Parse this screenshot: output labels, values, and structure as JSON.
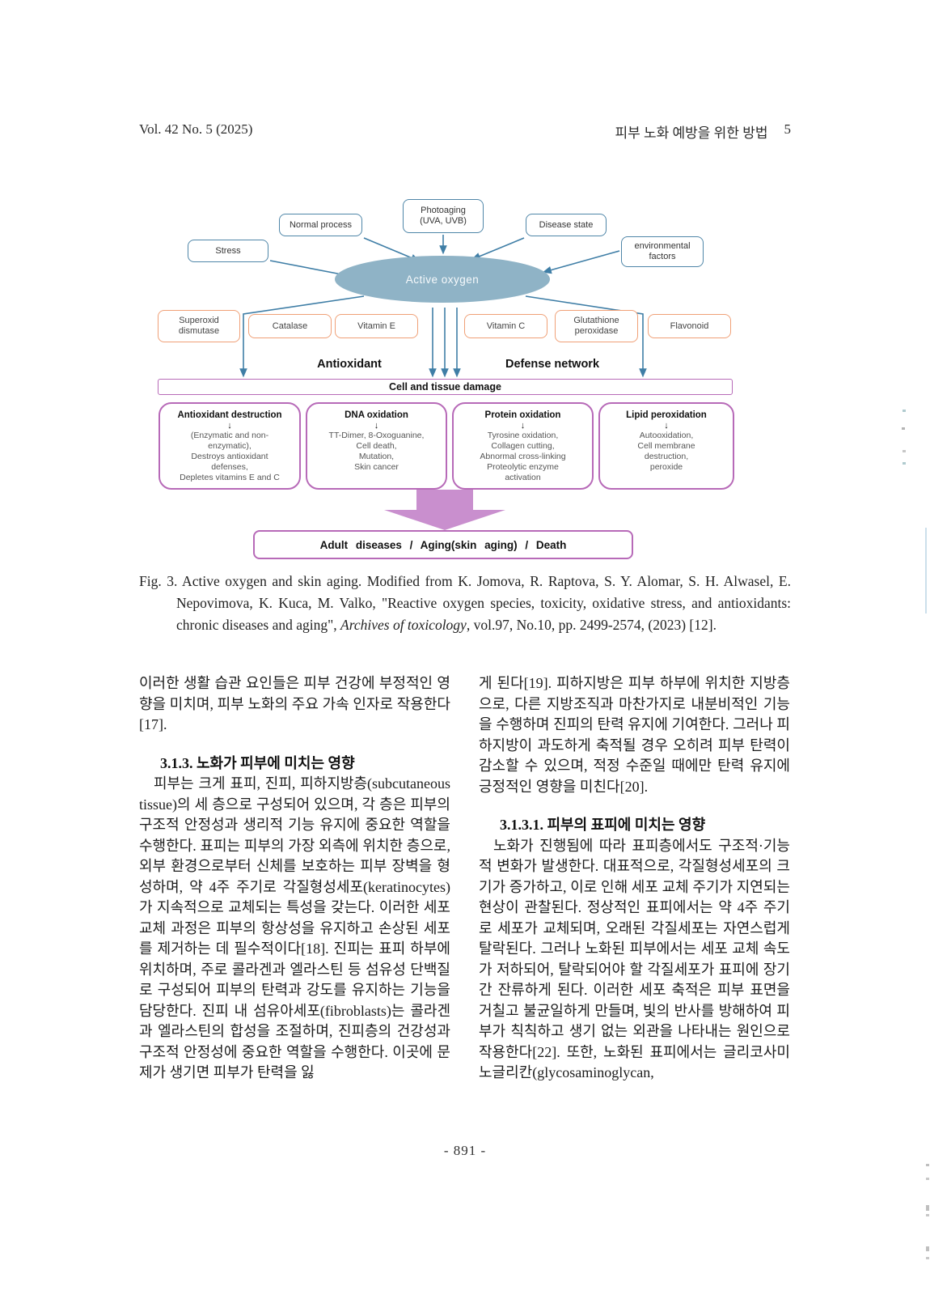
{
  "header": {
    "issue": "Vol. 42 No. 5 (2025)",
    "running_title": "피부 노화 예방을 위한 방법",
    "page": "5"
  },
  "figure": {
    "causes": {
      "stress": "Stress",
      "normal_process": "Normal process",
      "photoaging": "Photoaging\n(UVA, UVB)",
      "disease_state": "Disease state",
      "environmental": "environmental\nfactors"
    },
    "center_ellipse": "Active oxygen",
    "antioxidants": {
      "sod": "Superoxid\ndismutase",
      "catalase": "Catalase",
      "vitamin_e": "Vitamin E",
      "vitamin_c": "Vitamin C",
      "glutathione": "Glutathione\nperoxidase",
      "flavonoid": "Flavonoid"
    },
    "group_labels": {
      "left": "Antioxidant",
      "right": "Defense network"
    },
    "damage_bar": "Cell and tissue damage",
    "down_glyph": "↓",
    "damage_boxes": [
      {
        "title": "Antioxidant destruction",
        "body": "(Enzymatic and non-\nenzymatic),\nDestroys antioxidant\ndefenses,\nDepletes vitamins E and C"
      },
      {
        "title": "DNA oxidation",
        "body": "TT-Dimer, 8-Oxoguanine,\nCell death,\nMutation,\nSkin cancer"
      },
      {
        "title": "Protein oxidation",
        "body": "Tyrosine oxidation,\nCollagen cutting,\nAbnormal cross-linking\nProteolytic enzyme\nactivation"
      },
      {
        "title": "Lipid peroxidation",
        "body": "Autooxidation,\nCell membrane\ndestruction,\nperoxide"
      }
    ],
    "outcome_bar": "Adult diseases / Aging(skin aging) / Death",
    "colors": {
      "cause_border": "#4f86a8",
      "ellipse_fill": "#8fb3c6",
      "arrow": "#3f7ea6",
      "antioxidant_border": "#f0a077",
      "purple_border": "#b76ab8",
      "big_arrow_fill": "#c98fce"
    }
  },
  "caption": {
    "part1": "Fig. 3. Active oxygen and skin aging. Modified from K. Jomova, R. Raptova, S. Y. Alomar, S. H. Alwasel, E. Nepovimova, K. Kuca, M. Valko, \"Reactive oxygen species, toxicity, oxidative stress, and antioxidants: chronic diseases and aging\", ",
    "journal_italic": "Archives of toxicology",
    "part2": ", vol.97, No.10, pp. 2499-2574, (2023) [12]."
  },
  "body": {
    "left": {
      "p1": "이러한 생활 습관 요인들은 피부 건강에 부정적인 영향을 미치며, 피부 노화의 주요 가속 인자로 작용한다[17].",
      "heading": "3.1.3. 노화가 피부에 미치는 영향",
      "p2": "피부는 크게 표피, 진피, 피하지방층(subcutaneous tissue)의 세 층으로 구성되어 있으며, 각 층은 피부의 구조적 안정성과 생리적 기능 유지에 중요한 역할을 수행한다. 표피는 피부의 가장 외측에 위치한 층으로, 외부 환경으로부터 신체를 보호하는 피부 장벽을 형성하며, 약 4주 주기로 각질형성세포(keratinocytes)가 지속적으로 교체되는 특성을 갖는다. 이러한 세포 교체 과정은 피부의 항상성을 유지하고 손상된 세포를 제거하는 데 필수적이다[18]. 진피는 표피 하부에 위치하며, 주로 콜라겐과 엘라스틴 등 섬유성 단백질로 구성되어 피부의 탄력과 강도를 유지하는 기능을 담당한다. 진피 내 섬유아세포(fibroblasts)는 콜라겐과 엘라스틴의 합성을 조절하며, 진피층의 건강성과 구조적 안정성에 중요한 역할을 수행한다. 이곳에 문제가 생기면 피부가 탄력을 잃"
    },
    "right": {
      "p1": "게 된다[19]. 피하지방은 피부 하부에 위치한 지방층으로, 다른 지방조직과 마찬가지로 내분비적인 기능을 수행하며 진피의 탄력 유지에 기여한다. 그러나 피하지방이 과도하게 축적될 경우 오히려 피부 탄력이 감소할 수 있으며, 적정 수준일 때에만 탄력 유지에 긍정적인 영향을 미친다[20].",
      "heading": "3.1.3.1. 피부의 표피에 미치는 영향",
      "p2": "노화가 진행됨에 따라 표피층에서도 구조적·기능적 변화가 발생한다. 대표적으로, 각질형성세포의 크기가 증가하고, 이로 인해 세포 교체 주기가 지연되는 현상이 관찰된다. 정상적인 표피에서는 약 4주 주기로 세포가 교체되며, 오래된 각질세포는 자연스럽게 탈락된다. 그러나 노화된 피부에서는 세포 교체 속도가 저하되어, 탈락되어야 할 각질세포가 표피에 장기간 잔류하게 된다. 이러한 세포 축적은 피부 표면을 거칠고 불균일하게 만들며, 빛의 반사를 방해하여 피부가 칙칙하고 생기 없는 외관을 나타내는 원인으로 작용한다[22]. 또한, 노화된 표피에서는 글리코사미노글리칸(glycosaminoglycan,"
    }
  },
  "footer": {
    "page_number": "- 891 -"
  }
}
